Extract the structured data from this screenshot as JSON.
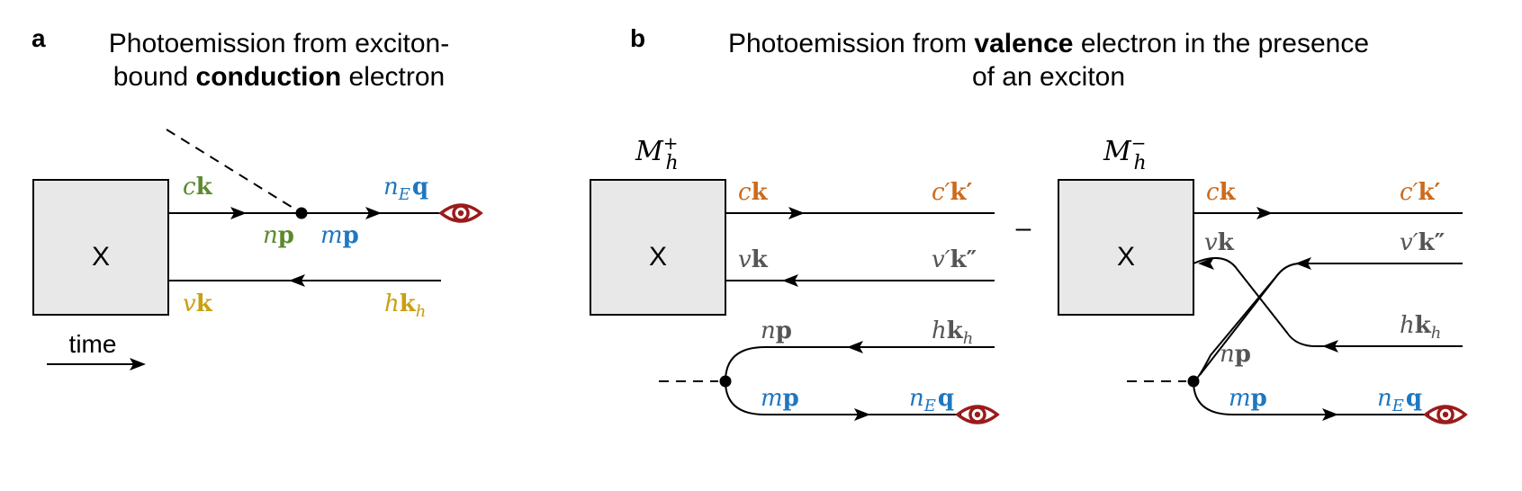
{
  "colors": {
    "c_green": "#5b8a2e",
    "v_gold": "#c9a010",
    "blue": "#1f77c0",
    "orange": "#cc6a1c",
    "gray": "#555555",
    "eye_red": "#9b1b1b"
  },
  "panel_a": {
    "letter": "a",
    "title_line1": "Photoemission from exciton-",
    "title_line2_pre": "bound ",
    "title_line2_bold": "conduction",
    "title_line2_post": " electron",
    "box_label": "X",
    "labels": {
      "ck_c": "c",
      "ck_k": "k",
      "np_n": "n",
      "np_p": "p",
      "mp_m": "m",
      "mp_p": "p",
      "nq_n": "n",
      "nq_sub": "E",
      "nq_q": "q",
      "vk_v": "v",
      "vk_k": "k",
      "hk_h": "h",
      "hk_k": "k",
      "hk_sub": "h"
    },
    "time_label": "time",
    "eye_icon": "eye-icon"
  },
  "panel_b": {
    "letter": "b",
    "title_line1_pre": "Photoemission from ",
    "title_line1_bold": "valence",
    "title_line1_post": " electron in the presence",
    "title_line2": "of an exciton",
    "M_plus": {
      "M": "M",
      "sup": "+",
      "sub": "h"
    },
    "M_minus": {
      "M": "M",
      "sup": "−",
      "sub": "h"
    },
    "minus_sign": "–",
    "box_label": "X",
    "labels": {
      "ck_c": "c",
      "ck_k": "k",
      "cpk_c": "c′",
      "cpk_k": "k′",
      "vk_v": "v",
      "vk_k": "k",
      "vpk_v": "v′",
      "vpk_k": "k″",
      "np_n": "n",
      "np_p": "p",
      "hk_h": "h",
      "hk_k": "k",
      "hk_sub": "h",
      "mp_m": "m",
      "mp_p": "p",
      "nq_n": "n",
      "nq_sub": "E",
      "nq_q": "q"
    },
    "eye_icon": "eye-icon"
  }
}
